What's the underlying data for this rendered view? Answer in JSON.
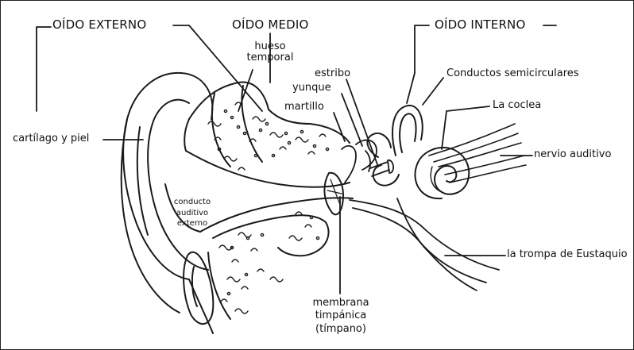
{
  "labels": {
    "oido_externo": "OÍDO EXTERNO",
    "oido_medio": "OÍDO MEDIO",
    "oido_interno": "OÍDO INTERNO",
    "hueso_temporal_1": "hueso",
    "hueso_temporal_2": "temporal",
    "estribo": "estribo",
    "yunque": "yunque",
    "martillo": "martillo",
    "conductos_semicirculares": "Conductos semicirculares",
    "coclea": "La coclea",
    "nervio_auditivo": "nervio auditivo",
    "cartilago_piel": "cartílago y piel",
    "conducto_1": "conducto",
    "conducto_2": "auditivo",
    "conducto_3": "externo",
    "trompa": "la trompa de Eustaquio",
    "membrana_1": "membrana",
    "membrana_2": "timpánica",
    "membrana_3": "(tímpano)"
  }
}
